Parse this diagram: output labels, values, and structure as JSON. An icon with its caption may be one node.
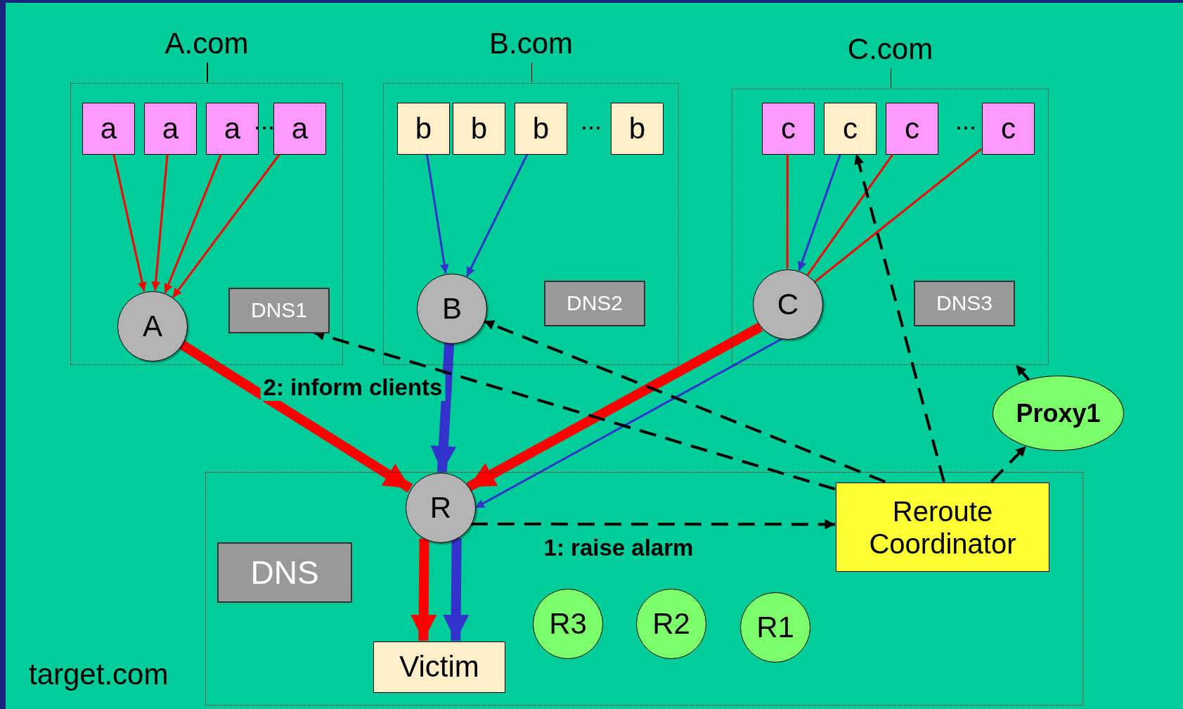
{
  "diagram": {
    "nodes": [
      {
        "text": [
          "A.com"
        ]
      },
      {
        "text": [
          "a"
        ],
        "in": 0
      },
      {
        "text": [
          "a"
        ],
        "in": 0
      },
      {
        "text": [
          "a"
        ],
        "in": 0
      },
      {
        "text": [
          "a"
        ],
        "in": 0
      },
      {
        "text": [
          "A"
        ],
        "in": 0
      },
      {
        "text": [
          "DNS1"
        ],
        "in": 0
      },
      {
        "text": [
          "B.com"
        ]
      },
      {
        "text": [
          "b"
        ],
        "in": 7
      },
      {
        "text": [
          "b"
        ],
        "in": 7
      },
      {
        "text": [
          "b"
        ],
        "in": 7
      },
      {
        "text": [
          "b"
        ],
        "in": 7
      },
      {
        "text": [
          "B"
        ],
        "in": 7
      },
      {
        "text": [
          "DNS2"
        ],
        "in": 7
      },
      {
        "text": [
          "C.com"
        ]
      },
      {
        "text": [
          "c"
        ],
        "in": 14
      },
      {
        "text": [
          "c"
        ],
        "in": 14
      },
      {
        "text": [
          "c"
        ],
        "in": 14
      },
      {
        "text": [
          "c"
        ],
        "in": 14
      },
      {
        "text": [
          "C"
        ],
        "in": 14
      },
      {
        "text": [
          "DNS3"
        ],
        "in": 14
      },
      {
        "text": [
          "target.com"
        ]
      },
      {
        "text": [
          "R"
        ],
        "in": 21
      },
      {
        "text": [
          "Reroute Coordinator"
        ],
        "in": 21
      },
      {
        "text": [
          "DNS"
        ],
        "in": 21
      },
      {
        "text": [
          "Victim"
        ],
        "in": 21
      },
      {
        "text": [
          "R3"
        ],
        "in": 21
      },
      {
        "text": [
          "R2"
        ],
        "in": 21
      },
      {
        "text": [
          "R1"
        ],
        "in": 21
      },
      {
        "text": [
          "Proxy1"
        ]
      }
    ],
    "edges": [
      {
        "from": 1,
        "to": 5,
        "arrow": "to"
      },
      {
        "from": 2,
        "to": 5,
        "arrow": "to"
      },
      {
        "from": 3,
        "to": 5,
        "arrow": "to"
      },
      {
        "from": 4,
        "to": 5,
        "arrow": "to"
      },
      {
        "from": 8,
        "to": 12,
        "arrow": "to",
        "color": "#3333cc"
      },
      {
        "from": 10,
        "to": 12,
        "arrow": "to",
        "color": "#3333cc"
      },
      {
        "from": 15,
        "to": 19,
        "arrow": "none"
      },
      {
        "from": 16,
        "to": 19,
        "arrow": "to",
        "color": "#3333cc"
      },
      {
        "from": 17,
        "to": 19,
        "arrow": "none"
      },
      {
        "from": 18,
        "to": 19,
        "arrow": "none"
      },
      {
        "from": 5,
        "to": 22,
        "arrow": "to",
        "style": "thick"
      },
      {
        "from": 12,
        "to": 22,
        "arrow": "to",
        "style": "thick",
        "color": "#3333cc"
      },
      {
        "from": 19,
        "to": 22,
        "arrow": "to",
        "style": "thick"
      },
      {
        "from": 19,
        "to": 22,
        "arrow": "to",
        "color": "#3333cc"
      },
      {
        "from": 22,
        "to": 25,
        "arrow": "to",
        "style": "thick"
      },
      {
        "from": 22,
        "to": 25,
        "arrow": "to",
        "style": "thick",
        "color": "#3333cc"
      },
      {
        "from": 22,
        "to": 23,
        "arrow": "to",
        "style": "dashed",
        "color": "#000000",
        "label": "1: raise alarm"
      },
      {
        "from": 23,
        "to": 6,
        "arrow": "to",
        "style": "dashed",
        "color": "#000000",
        "label": "2: inform clients"
      },
      {
        "from": 23,
        "to": 12,
        "arrow": "to",
        "style": "dashed",
        "color": "#000000"
      },
      {
        "from": 23,
        "to": 16,
        "arrow": "to",
        "style": "dashed",
        "color": "#000000"
      },
      {
        "from": 23,
        "to": 29,
        "arrow": "to",
        "style": "dashed",
        "color": "#000000"
      },
      {
        "from": 29,
        "to": 14,
        "arrow": "to",
        "style": "dashed",
        "color": "#000000"
      }
    ],
    "labels": [
      "···",
      "···",
      "···"
    ]
  }
}
